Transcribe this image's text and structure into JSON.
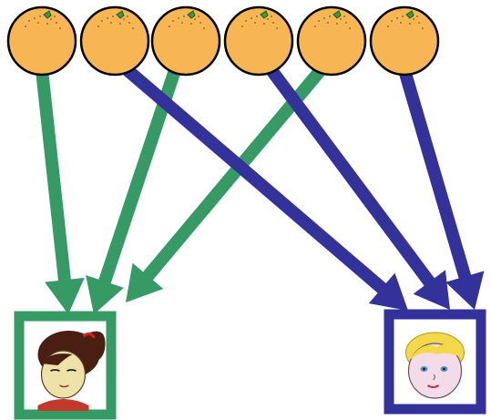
{
  "diagram": {
    "items": [
      {
        "id": "orange-1",
        "kind": "orange",
        "icon": "orange-icon"
      },
      {
        "id": "orange-2",
        "kind": "orange",
        "icon": "orange-icon"
      },
      {
        "id": "orange-3",
        "kind": "orange",
        "icon": "orange-icon"
      },
      {
        "id": "orange-4",
        "kind": "orange",
        "icon": "orange-icon"
      },
      {
        "id": "orange-5",
        "kind": "orange",
        "icon": "orange-icon"
      },
      {
        "id": "orange-6",
        "kind": "orange",
        "icon": "orange-icon"
      }
    ],
    "recipients": [
      {
        "id": "girl",
        "icon": "girl-face-icon",
        "frame_color": "#359A64"
      },
      {
        "id": "boy",
        "icon": "boy-face-icon",
        "frame_color": "#33329A"
      }
    ],
    "arrows": [
      {
        "from": "orange-1",
        "to": "girl",
        "color": "#359A64"
      },
      {
        "from": "orange-3",
        "to": "girl",
        "color": "#359A64"
      },
      {
        "from": "orange-5",
        "to": "girl",
        "color": "#359A64"
      },
      {
        "from": "orange-2",
        "to": "boy",
        "color": "#33329A"
      },
      {
        "from": "orange-4",
        "to": "boy",
        "color": "#33329A"
      },
      {
        "from": "orange-6",
        "to": "boy",
        "color": "#33329A"
      }
    ],
    "colors": {
      "orange_fill": "#F7B553",
      "orange_outline": "#000000",
      "leaf": "#3C9A3C",
      "green": "#359A64",
      "blue": "#33329A"
    }
  }
}
